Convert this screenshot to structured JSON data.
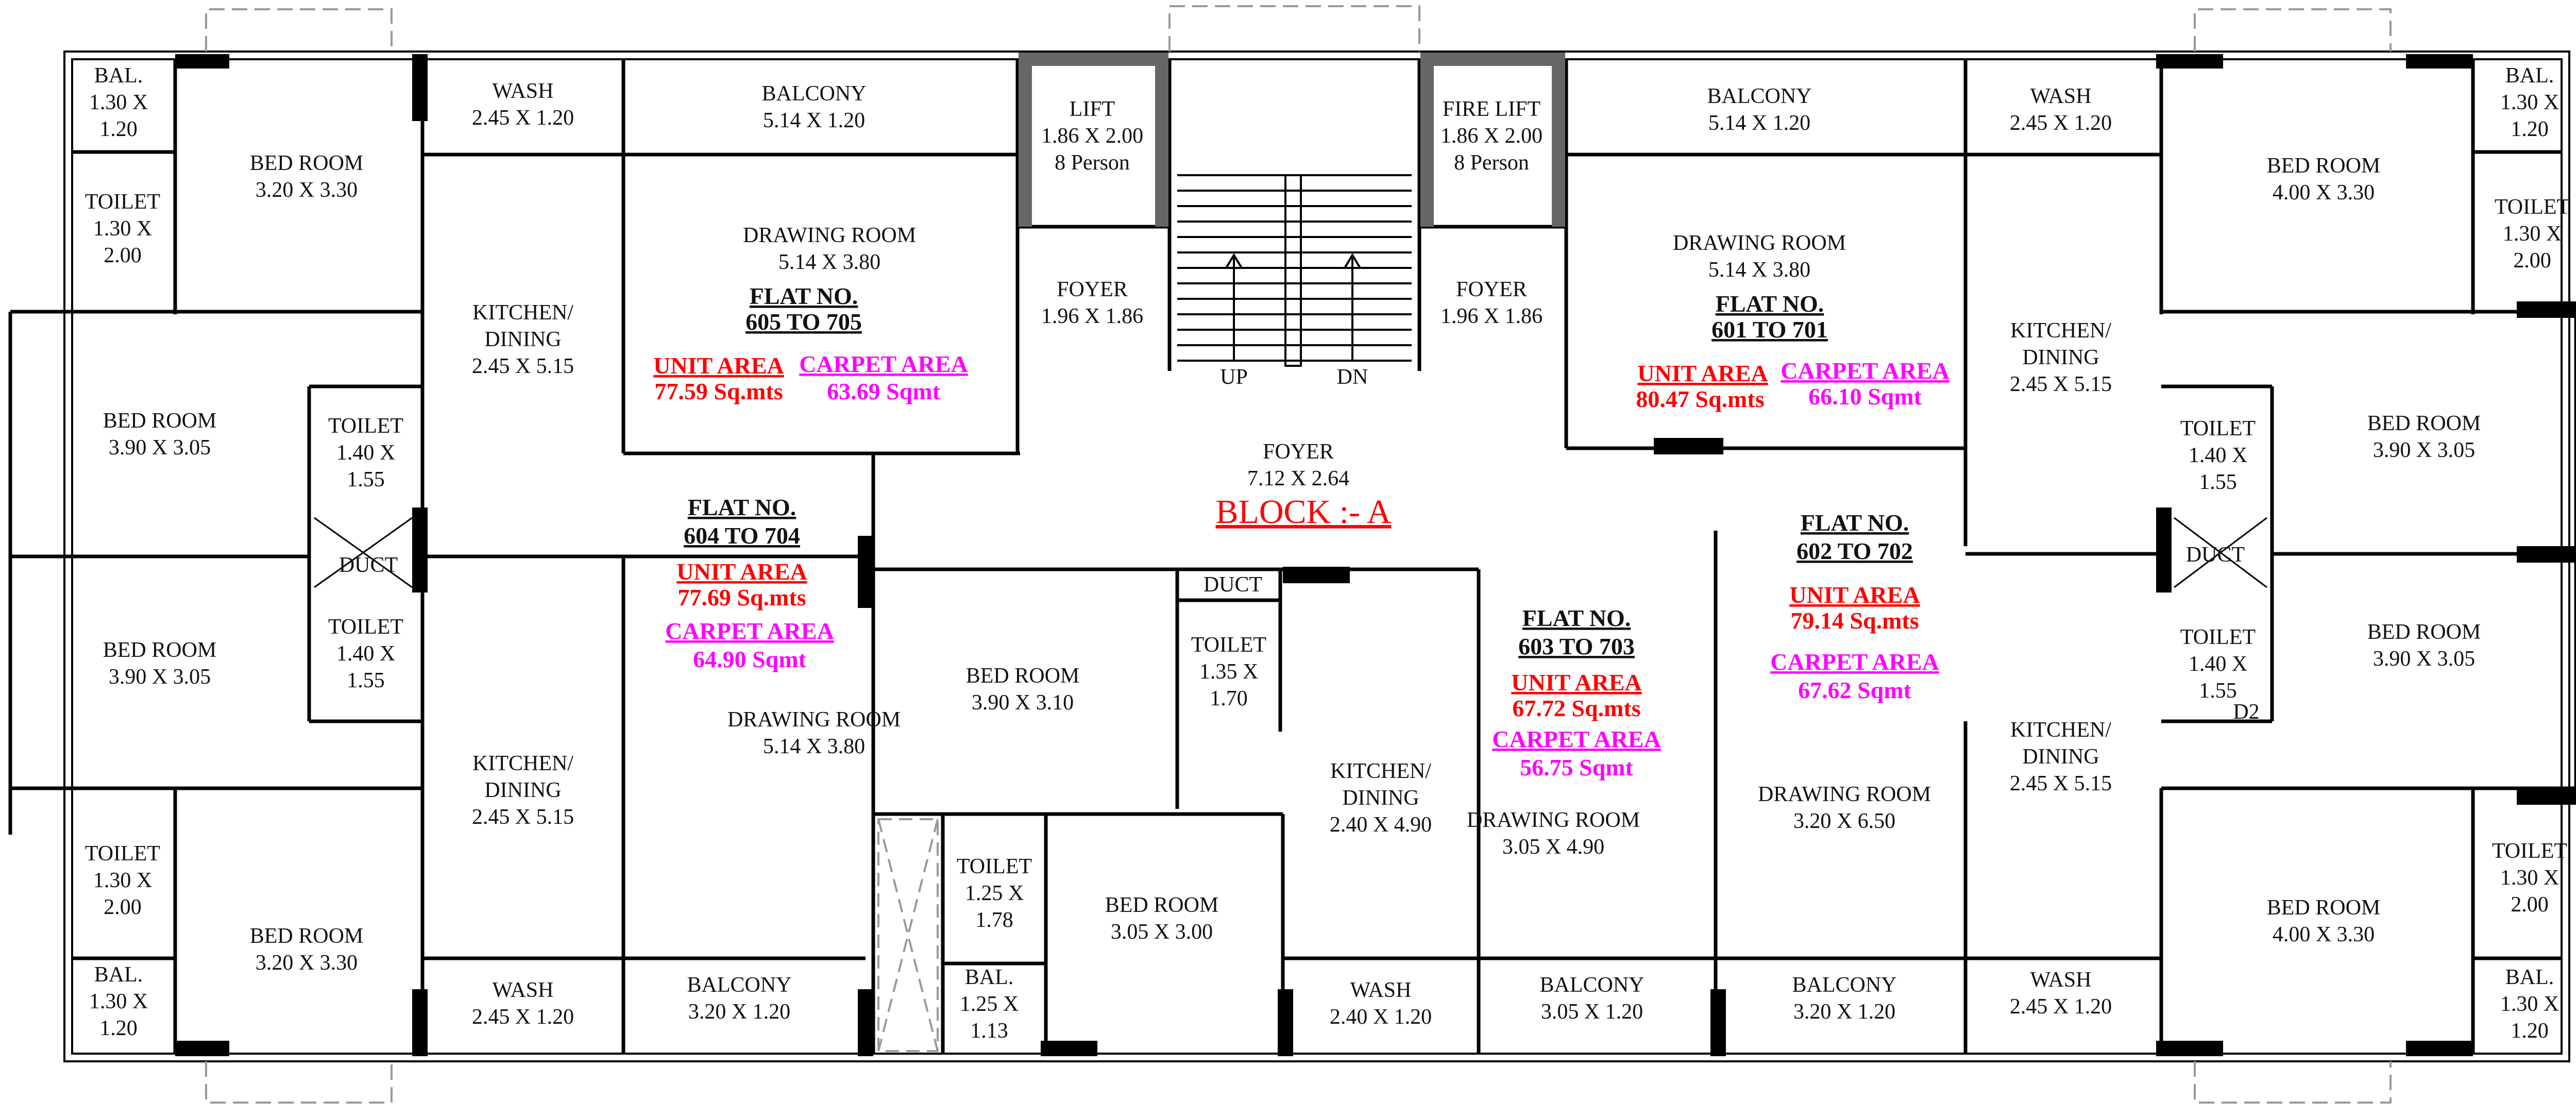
{
  "block_title": "BLOCK :- A",
  "rooms": {
    "bal_tl": [
      "BAL.",
      "1.30 X",
      "1.20"
    ],
    "toilet_tl": [
      "TOILET",
      "1.30 X",
      "2.00"
    ],
    "bed_tl": [
      "BED ROOM",
      "3.20 X 3.30"
    ],
    "wash_tl": [
      "WASH",
      "2.45 X 1.20"
    ],
    "balcony_tl": [
      "BALCONY",
      "5.14 X 1.20"
    ],
    "drawing_605": [
      "DRAWING ROOM",
      "5.14 X 3.80"
    ],
    "kitchen_l1": [
      "KITCHEN/",
      "DINING",
      "2.45 X 5.15"
    ],
    "bed_l1": [
      "BED ROOM",
      "3.90 X 3.05"
    ],
    "toilet_l1": [
      "TOILET",
      "1.40 X",
      "1.55"
    ],
    "duct_l": [
      "DUCT"
    ],
    "toilet_l2": [
      "TOILET",
      "1.40 X",
      "1.55"
    ],
    "bed_l2": [
      "BED ROOM",
      "3.90 X 3.05"
    ],
    "kitchen_l2": [
      "KITCHEN/",
      "DINING",
      "2.45 X 5.15"
    ],
    "drawing_604": [
      "DRAWING ROOM",
      "5.14 X 3.80"
    ],
    "toilet_bl": [
      "TOILET",
      "1.30 X",
      "2.00"
    ],
    "bed_bl": [
      "BED ROOM",
      "3.20 X 3.30"
    ],
    "bal_bl": [
      "BAL.",
      "1.30 X",
      "1.20"
    ],
    "wash_bl": [
      "WASH",
      "2.45 X 1.20"
    ],
    "balcony_bl": [
      "BALCONY",
      "3.20 X 1.20"
    ],
    "lift": [
      "LIFT",
      "1.86 X 2.00",
      "8 Person"
    ],
    "fire_lift": [
      "FIRE LIFT",
      "1.86 X 2.00",
      "8 Person"
    ],
    "foyer_l": [
      "FOYER",
      "1.96 X 1.86"
    ],
    "foyer_r": [
      "FOYER",
      "1.96 X 1.86"
    ],
    "stair_up": [
      "UP"
    ],
    "stair_dn": [
      "DN"
    ],
    "foyer_c": [
      "FOYER",
      "7.12 X 2.64"
    ],
    "balcony_tr": [
      "BALCONY",
      "5.14 X 1.20"
    ],
    "drawing_601": [
      "DRAWING ROOM",
      "5.14 X 3.80"
    ],
    "wash_tr": [
      "WASH",
      "2.45 X 1.20"
    ],
    "bed_tr": [
      "BED ROOM",
      "4.00 X 3.30"
    ],
    "bal_tr": [
      "BAL.",
      "1.30 X",
      "1.20"
    ],
    "toilet_tr": [
      "TOILET",
      "1.30 X",
      "2.00"
    ],
    "kitchen_r1": [
      "KITCHEN/",
      "DINING",
      "2.45 X 5.15"
    ],
    "toilet_r1": [
      "TOILET",
      "1.40 X",
      "1.55"
    ],
    "bed_r1": [
      "BED ROOM",
      "3.90 X 3.05"
    ],
    "duct_r": [
      "DUCT"
    ],
    "toilet_r2": [
      "TOILET",
      "1.40 X",
      "1.55"
    ],
    "d2": [
      "D2"
    ],
    "bed_r2": [
      "BED ROOM",
      "3.90 X 3.05"
    ],
    "kitchen_r2": [
      "KITCHEN/",
      "DINING",
      "2.45 X 5.15"
    ],
    "toilet_br": [
      "TOILET",
      "1.30 X",
      "2.00"
    ],
    "bed_br": [
      "BED ROOM",
      "4.00 X 3.30"
    ],
    "bal_br": [
      "BAL.",
      "1.30 X",
      "1.20"
    ],
    "wash_br": [
      "WASH",
      "2.45 X 1.20"
    ],
    "balcony_602": [
      "BALCONY",
      "3.20 X 1.20"
    ],
    "drawing_602": [
      "DRAWING ROOM",
      "3.20 X 6.50"
    ],
    "balcony_603": [
      "BALCONY",
      "3.05 X 1.20"
    ],
    "drawing_603": [
      "DRAWING ROOM",
      "3.05 X 4.90"
    ],
    "kitchen_603": [
      "KITCHEN/",
      "DINING",
      "2.40 X 4.90"
    ],
    "wash_603": [
      "WASH",
      "2.40 X 1.20"
    ],
    "bed_603a": [
      "BED ROOM",
      "3.90 X 3.10"
    ],
    "duct_c": [
      "DUCT"
    ],
    "toilet_c": [
      "TOILET",
      "1.35 X",
      "1.70"
    ],
    "toilet_c2": [
      "TOILET",
      "1.25 X",
      "1.78"
    ],
    "bed_603b": [
      "BED ROOM",
      "3.05 X 3.00"
    ],
    "bal_c": [
      "BAL.",
      "1.25 X",
      "1.13"
    ]
  },
  "flats": {
    "f605": {
      "title": "FLAT NO.",
      "range": "605 TO 705",
      "unit_label": "UNIT AREA",
      "unit_value": "77.59 Sq.mts",
      "carpet_label": "CARPET AREA",
      "carpet_value": "63.69 Sqmt"
    },
    "f601": {
      "title": "FLAT NO.",
      "range": "601 TO 701",
      "unit_label": "UNIT AREA",
      "unit_value": "80.47 Sq.mts",
      "carpet_label": "CARPET AREA",
      "carpet_value": "66.10 Sqmt"
    },
    "f604": {
      "title": "FLAT NO.",
      "range": "604 TO 704",
      "unit_label": "UNIT AREA",
      "unit_value": "77.69 Sq.mts",
      "carpet_label": "CARPET AREA",
      "carpet_value": "64.90 Sqmt"
    },
    "f602": {
      "title": "FLAT NO.",
      "range": "602 TO 702",
      "unit_label": "UNIT AREA",
      "unit_value": "79.14 Sq.mts",
      "carpet_label": "CARPET AREA",
      "carpet_value": "67.62 Sqmt"
    },
    "f603": {
      "title": "FLAT NO.",
      "range": "603 TO 703",
      "unit_label": "UNIT AREA",
      "unit_value": "67.72 Sq.mts",
      "carpet_label": "CARPET AREA",
      "carpet_value": "56.75 Sqmt"
    }
  },
  "colors": {
    "wall": "#000000",
    "unit_area": "#ff0000",
    "carpet_area": "#ff00ff",
    "lift_wall": "#666666",
    "dash": "#999999"
  }
}
